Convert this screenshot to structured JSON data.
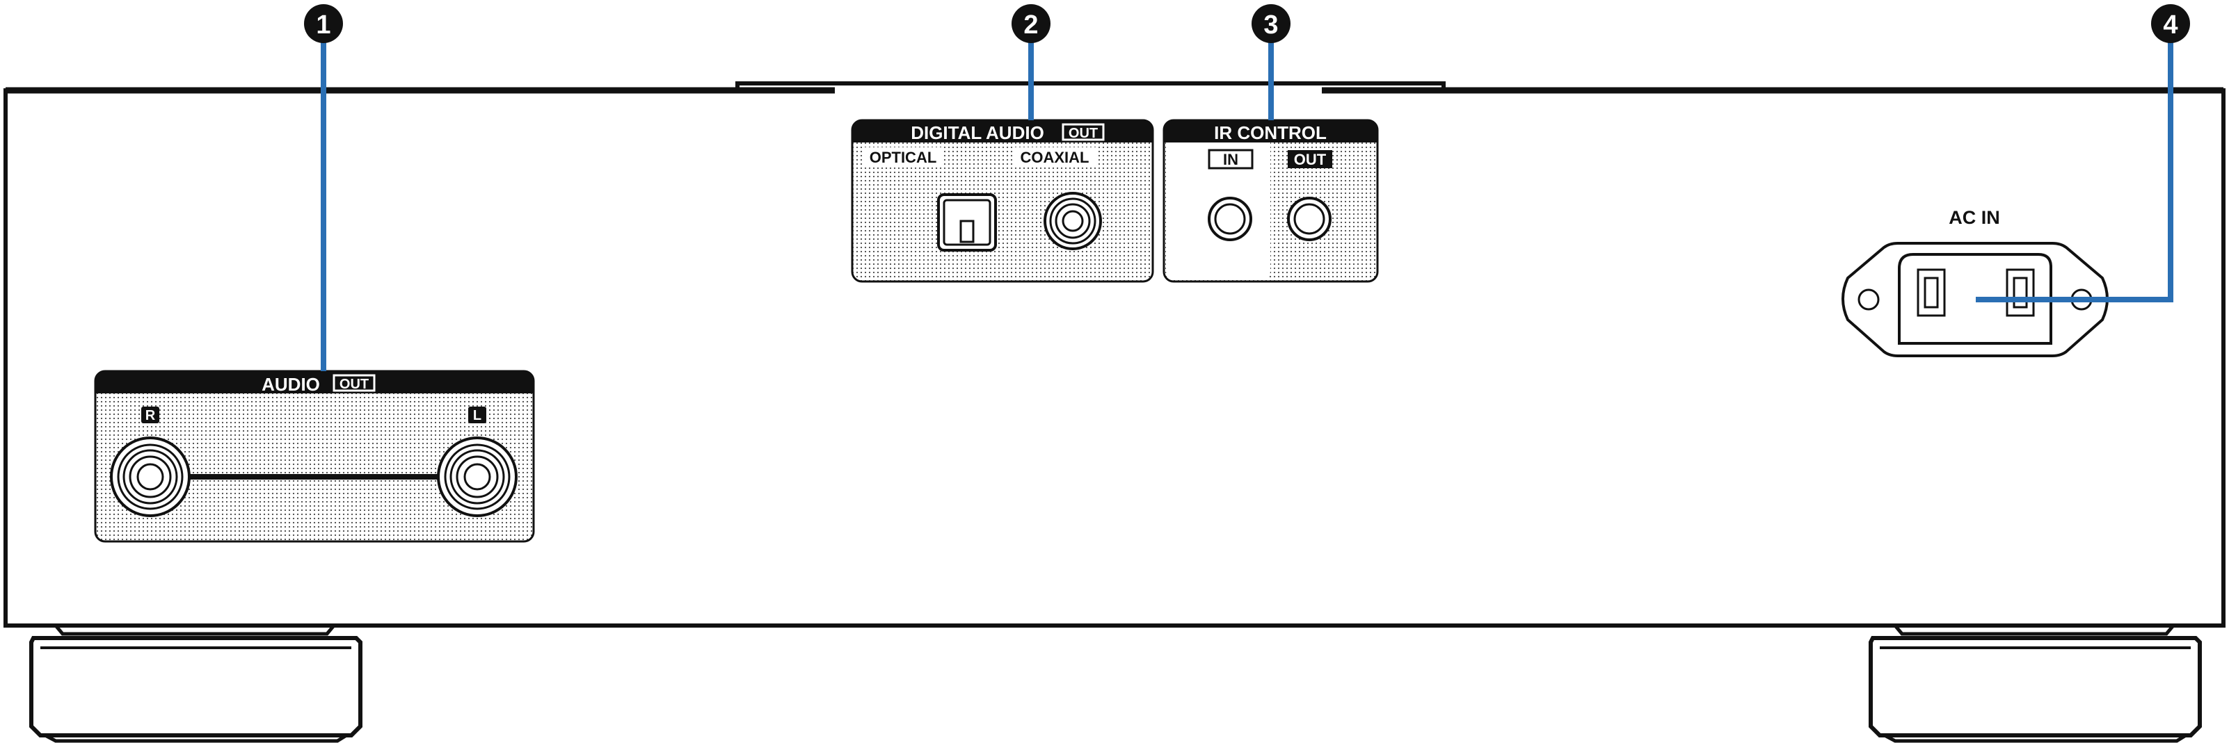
{
  "callouts": [
    "1",
    "2",
    "3",
    "4"
  ],
  "audio_out": {
    "title": "AUDIO",
    "badge": "OUT",
    "right": "R",
    "left": "L"
  },
  "digital_audio_out": {
    "title": "DIGITAL AUDIO",
    "badge": "OUT",
    "optical": "OPTICAL",
    "coaxial": "COAXIAL"
  },
  "ir_control": {
    "title": "IR CONTROL",
    "in": "IN",
    "out": "OUT"
  },
  "ac_in": {
    "label": "AC IN"
  },
  "colors": {
    "callout_line": "#2a6fb4",
    "outline": "#1a1a1a",
    "panel_fill": "#ffffff"
  }
}
